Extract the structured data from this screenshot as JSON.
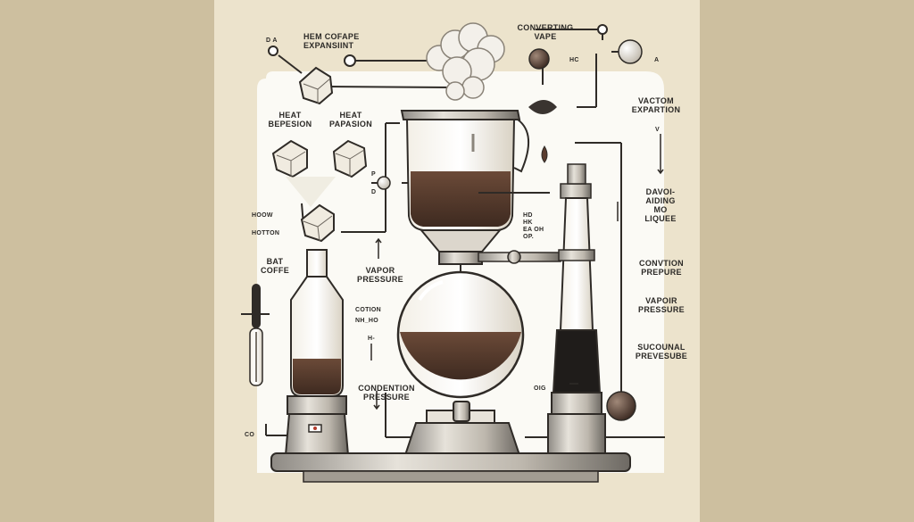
{
  "labels": {
    "heat_cofape_expansion": "HEM COFAPE\nEXPANSIINT",
    "d_a": "D  A",
    "converting_vape": "CONVERTING\nVAPE",
    "hc": "HC",
    "a_right": "A",
    "heat_bepesion": "HEAT\nBEPESION",
    "heat_papasion": "HEAT\nPAPASION",
    "vacuum_expansion": "VACTOM\nEXPARTION",
    "v_mark": "V",
    "how": "HOOW",
    "hotton": "HOTTON",
    "bat_coffe": "BAT\nCOFFE",
    "p_mark": "P",
    "d_mark": "D",
    "vapor_pressure_mid": "VAPOR\nPRESSURE",
    "small_marks": "HD\nHK\nEA  OH\nOP.",
    "davoid_adding": "DAVOI-\nAIDING\nMO\nLIQUEE",
    "cotion": "COTION",
    "nh_ho": "NH_HO",
    "h_mark": "H-",
    "convtion_prepure": "CONVTION\nPREPURE",
    "vapoir_pressure": "VAPOIR\nPRESSURE",
    "sucounal_prevesube": "SUCOUNAL\nPREVESUBE",
    "condention_pressure": "CONDENTION\nPRESSURE",
    "oig": "OIG",
    "co": "CO"
  }
}
